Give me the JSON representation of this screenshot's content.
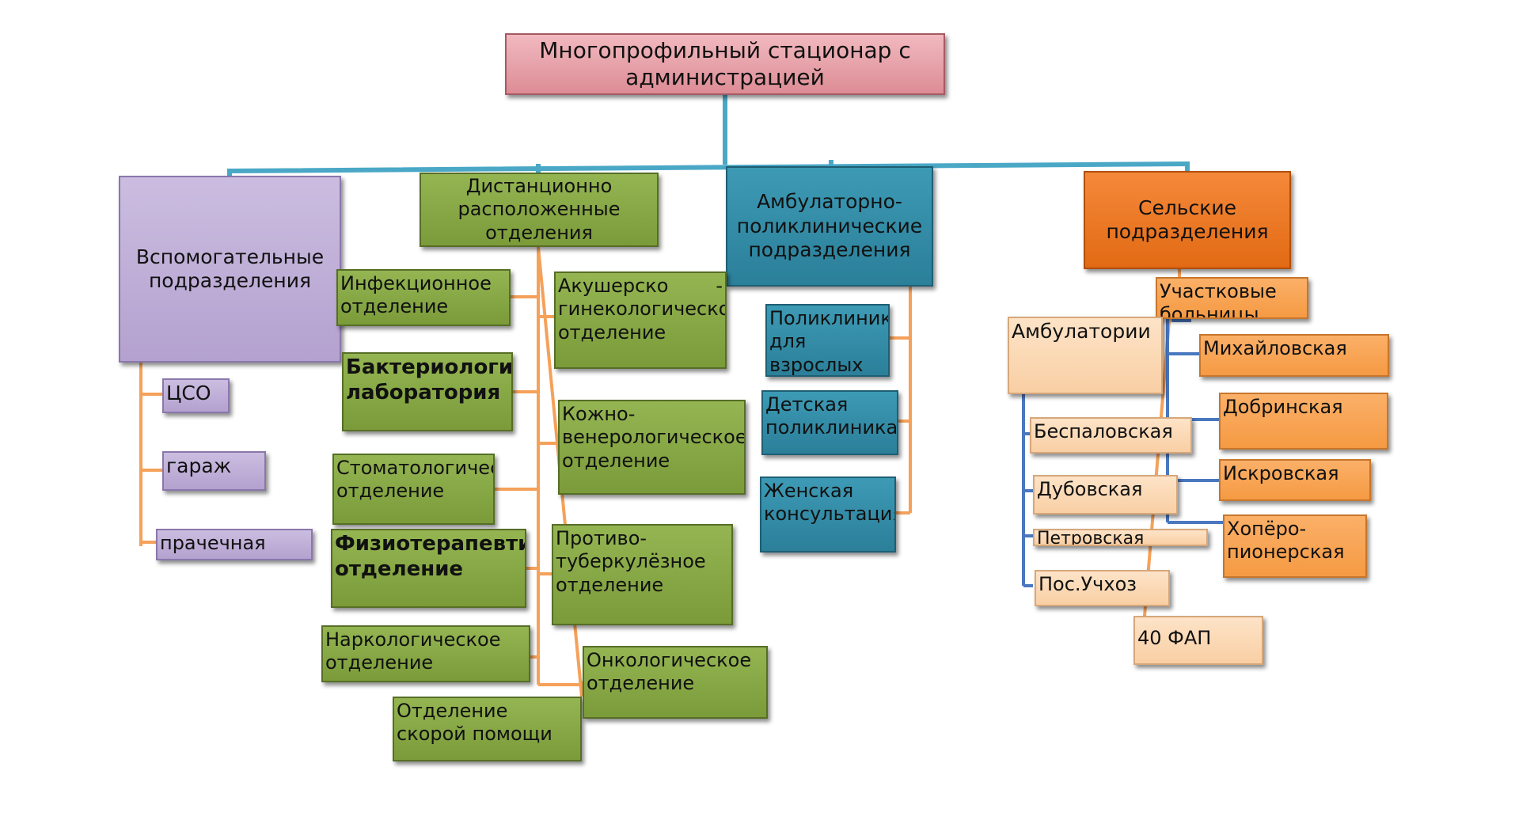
{
  "diagram": {
    "root": "Многопрофильный стационар с администрацией",
    "branches": {
      "auxiliary": "Вспомогательные подразделения",
      "distant": "Дистанционно расположенные отделения",
      "outpatient": "Амбулаторно-поликлинические подразделения",
      "rural": "Сельские подразделения"
    },
    "auxiliary_items": [
      "ЦСО",
      "гараж",
      "прачечная"
    ],
    "distant_left": [
      "Инфекционное отделение",
      "Бактериологическая лаборатория",
      "Стоматологическое отделение",
      "Физиотерапевтическое отделение",
      "Наркологическое отделение",
      "Отделение скорой помощи"
    ],
    "distant_right": [
      "Акушерско - гинекологическое отделение",
      "Кожно-венерологическое отделение",
      "Противо-туберкулёзное отделение",
      "Онкологическое отделение"
    ],
    "outpatient_items": [
      "Поликлиника для взрослых",
      "Детская поликлиника",
      "Женская консультация"
    ],
    "rural_groups": {
      "hospitals": "Участковые больницы",
      "ambulatories": "Амбулатории",
      "fap": "40 ФАП"
    },
    "ambulatory_items": [
      "Беспаловская",
      "Дубовская",
      "Петровская",
      "Пос.Учхоз"
    ],
    "hospital_items": [
      "Михайловская",
      "Добринская",
      "Искровская",
      "Хопёро-пионерская"
    ]
  },
  "colors": {
    "main_connector": "#4aa8c6",
    "orange_connector": "#f5a15a",
    "blue_connector": "#4a78c0"
  }
}
